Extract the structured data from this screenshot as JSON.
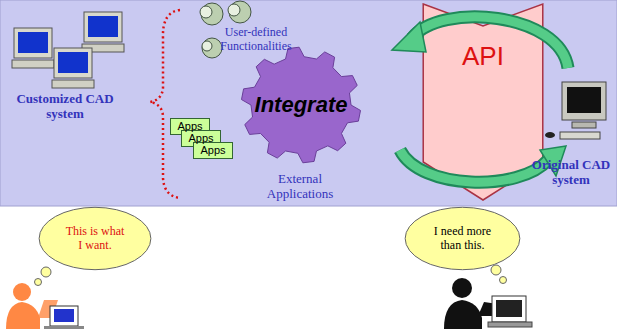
{
  "diagram": {
    "nodes": [
      {
        "text": [
          "Integrate"
        ]
      },
      {
        "text": [
          "API"
        ]
      },
      {
        "text": [
          "Apps"
        ]
      },
      {
        "text": [
          "Apps"
        ]
      },
      {
        "text": [
          "Apps"
        ]
      },
      {
        "text": [
          "This is what I want."
        ]
      },
      {
        "text": [
          "I need more than this."
        ]
      }
    ],
    "labels": [
      "Customized CAD system",
      "User-defined Functionalities",
      "External Applications",
      "Original CAD system"
    ]
  }
}
